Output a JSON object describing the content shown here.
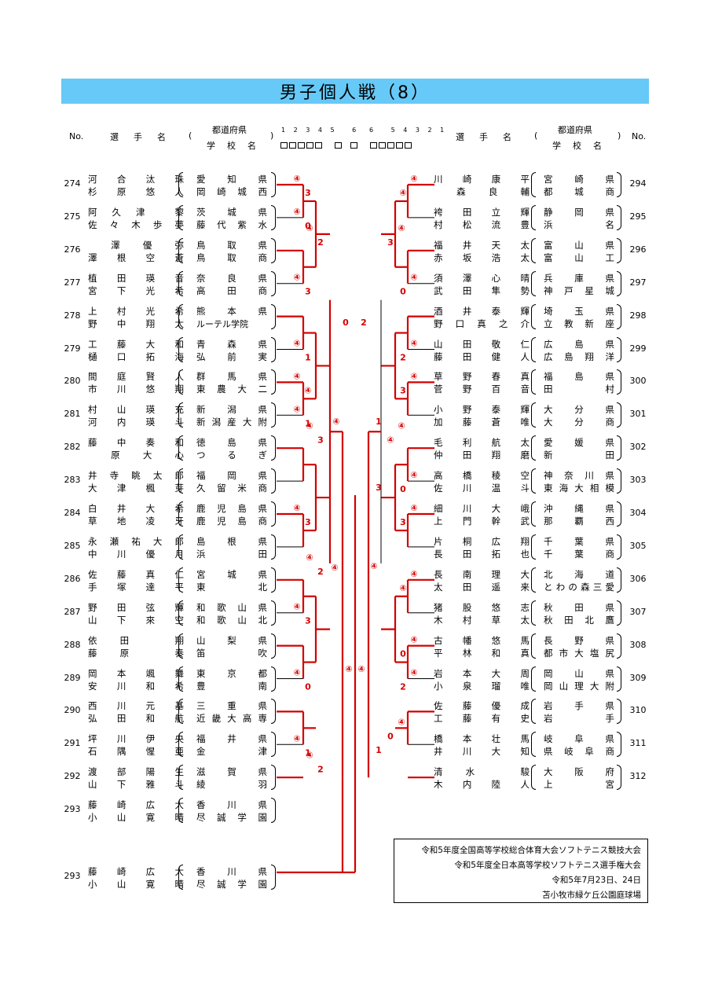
{
  "title": "男子個人戦（8）",
  "header": {
    "no_left": "No.",
    "player_label": "選　手　名",
    "paren_open": "(",
    "paren_close": ")",
    "pref_label": "都道府県",
    "school_label": "学　校　名",
    "no_right": "No.",
    "rounds_left": "1 2 3 4 5 　6",
    "rounds_right": "6 　5 4 3 2 1"
  },
  "left_entries": [
    {
      "no": "274",
      "p1": [
        "河",
        "合",
        "汰",
        "珠"
      ],
      "p2": [
        "杉",
        "原",
        "悠",
        "人"
      ],
      "pref": [
        "愛",
        "知",
        "県"
      ],
      "school": [
        "岡",
        "崎",
        "城",
        "西"
      ]
    },
    {
      "no": "275",
      "p1": [
        "阿",
        "久",
        "津",
        "",
        "黎"
      ],
      "p2": [
        "佐",
        "々",
        "木",
        "歩",
        "夢"
      ],
      "pref": [
        "茨",
        "城",
        "県"
      ],
      "school": [
        "藤",
        "代",
        "紫",
        "水"
      ]
    },
    {
      "no": "276",
      "p1": [
        "",
        "澤",
        "優",
        "弥"
      ],
      "p2": [
        "澤",
        "根",
        "空",
        "蒼"
      ],
      "pref": [
        "鳥",
        "取",
        "県"
      ],
      "school": [
        "鳥",
        "取",
        "商"
      ]
    },
    {
      "no": "277",
      "p1": [
        "植",
        "田",
        "瑛",
        "音"
      ],
      "p2": [
        "宮",
        "下",
        "光",
        "希"
      ],
      "pref": [
        "奈",
        "良",
        "県"
      ],
      "school": [
        "高",
        "田",
        "商"
      ]
    },
    {
      "no": "278",
      "p1": [
        "上",
        "村",
        "光",
        "希"
      ],
      "p2": [
        "野",
        "中",
        "翔",
        "太"
      ],
      "pref": [
        "熊",
        "本",
        "県"
      ],
      "school": [
        "ルーテル学院"
      ]
    },
    {
      "no": "279",
      "p1": [
        "工",
        "藤",
        "大",
        "和"
      ],
      "p2": [
        "樋",
        "口",
        "拓",
        "海"
      ],
      "pref": [
        "青",
        "森",
        "県"
      ],
      "school": [
        "弘",
        "前",
        "実"
      ]
    },
    {
      "no": "280",
      "p1": [
        "間",
        "庭",
        "賢",
        "人"
      ],
      "p2": [
        "市",
        "川",
        "悠",
        "翔"
      ],
      "pref": [
        "群",
        "馬",
        "県"
      ],
      "school": [
        "東",
        "農",
        "大",
        "二"
      ]
    },
    {
      "no": "281",
      "p1": [
        "村",
        "山",
        "瑛",
        "充"
      ],
      "p2": [
        "河",
        "内",
        "瑛",
        "斗"
      ],
      "pref": [
        "新",
        "潟",
        "県"
      ],
      "school": [
        "新",
        "潟",
        "産",
        "大",
        "附"
      ]
    },
    {
      "no": "282",
      "p1": [
        "藤",
        "中",
        "奏",
        "和"
      ],
      "p2": [
        "",
        "原",
        "大",
        "心"
      ],
      "pref": [
        "徳",
        "島",
        "県"
      ],
      "school": [
        "つ",
        "る",
        "ぎ"
      ]
    },
    {
      "no": "283",
      "p1": [
        "井",
        "寺",
        "眺",
        "太",
        "郎"
      ],
      "p2": [
        "大",
        "津",
        "楓",
        "芽"
      ],
      "pref": [
        "福",
        "岡",
        "県"
      ],
      "school": [
        "久",
        "留",
        "米",
        "商"
      ]
    },
    {
      "no": "284",
      "p1": [
        "白",
        "井",
        "大",
        "希"
      ],
      "p2": [
        "草",
        "地",
        "凌",
        "牙"
      ],
      "pref": [
        "鹿",
        "児",
        "島",
        "県"
      ],
      "school": [
        "鹿",
        "児",
        "島",
        "商"
      ]
    },
    {
      "no": "285",
      "p1": [
        "永",
        "瀬",
        "祐",
        "大",
        "郎"
      ],
      "p2": [
        "中",
        "川",
        "優",
        "月"
      ],
      "pref": [
        "島",
        "根",
        "県"
      ],
      "school": [
        "浜",
        "田"
      ]
    },
    {
      "no": "286",
      "p1": [
        "佐",
        "藤",
        "真",
        "仁"
      ],
      "p2": [
        "手",
        "塚",
        "達",
        "平"
      ],
      "pref": [
        "宮",
        "城",
        "県"
      ],
      "school": [
        "東",
        "北"
      ]
    },
    {
      "no": "287",
      "p1": [
        "野",
        "田",
        "弦",
        "輝"
      ],
      "p2": [
        "山",
        "下",
        "來",
        "空"
      ],
      "pref": [
        "和",
        "歌",
        "山",
        "県"
      ],
      "school": [
        "和",
        "歌",
        "山",
        "北"
      ]
    },
    {
      "no": "288",
      "p1": [
        "依",
        "田",
        "",
        "翔"
      ],
      "p2": [
        "藤",
        "原",
        "",
        "奏"
      ],
      "pref": [
        "山",
        "梨",
        "県"
      ],
      "school": [
        "笛",
        "吹"
      ]
    },
    {
      "no": "289",
      "p1": [
        "岡",
        "本",
        "颯",
        "舞"
      ],
      "p2": [
        "安",
        "川",
        "和",
        "希"
      ],
      "pref": [
        "東",
        "京",
        "都"
      ],
      "school": [
        "豊",
        "南"
      ]
    },
    {
      "no": "290",
      "p1": [
        "西",
        "川",
        "元",
        "基"
      ],
      "p2": [
        "弘",
        "田",
        "和",
        "航"
      ],
      "pref": [
        "三",
        "重",
        "県"
      ],
      "school": [
        "近",
        "畿",
        "大",
        "高",
        "専"
      ]
    },
    {
      "no": "291",
      "p1": [
        "坪",
        "川",
        "伊",
        "央"
      ],
      "p2": [
        "石",
        "隅",
        "惺",
        "亜"
      ],
      "pref": [
        "福",
        "井",
        "県"
      ],
      "school": [
        "金",
        "津"
      ]
    },
    {
      "no": "292",
      "p1": [
        "渡",
        "部",
        "陽",
        "生"
      ],
      "p2": [
        "山",
        "下",
        "雅",
        "斗"
      ],
      "pref": [
        "滋",
        "賀",
        "県"
      ],
      "school": [
        "綾",
        "羽"
      ]
    },
    {
      "no": "293",
      "p1": [
        "藤",
        "崎",
        "広",
        "大"
      ],
      "p2": [
        "小",
        "山",
        "寛",
        "晴"
      ],
      "pref": [
        "香",
        "川",
        "県"
      ],
      "school": [
        "尽",
        "誠",
        "学",
        "園"
      ]
    }
  ],
  "right_entries": [
    {
      "no": "294",
      "p1": [
        "川",
        "崎",
        "康",
        "平"
      ],
      "p2": [
        "",
        "森",
        "良",
        "輔"
      ],
      "pref": [
        "宮",
        "崎",
        "県"
      ],
      "school": [
        "都",
        "城",
        "商"
      ]
    },
    {
      "no": "295",
      "p1": [
        "袴",
        "田",
        "立",
        "輝"
      ],
      "p2": [
        "村",
        "松",
        "流",
        "豊"
      ],
      "pref": [
        "静",
        "岡",
        "県"
      ],
      "school": [
        "浜",
        "名"
      ]
    },
    {
      "no": "296",
      "p1": [
        "福",
        "井",
        "天",
        "太"
      ],
      "p2": [
        "赤",
        "坂",
        "浩",
        "太"
      ],
      "pref": [
        "富",
        "山",
        "県"
      ],
      "school": [
        "富",
        "山",
        "工"
      ]
    },
    {
      "no": "297",
      "p1": [
        "須",
        "澤",
        "心",
        "晴"
      ],
      "p2": [
        "武",
        "田",
        "隼",
        "勢"
      ],
      "pref": [
        "兵",
        "庫",
        "県"
      ],
      "school": [
        "神",
        "戸",
        "星",
        "城"
      ]
    },
    {
      "no": "298",
      "p1": [
        "酒",
        "井",
        "泰",
        "輝"
      ],
      "p2": [
        "野",
        "口",
        "真",
        "之",
        "介"
      ],
      "pref": [
        "埼",
        "玉",
        "県"
      ],
      "school": [
        "立",
        "教",
        "新",
        "座"
      ]
    },
    {
      "no": "299",
      "p1": [
        "山",
        "田",
        "敬",
        "仁"
      ],
      "p2": [
        "藤",
        "田",
        "健",
        "人"
      ],
      "pref": [
        "広",
        "島",
        "県"
      ],
      "school": [
        "広",
        "島",
        "翔",
        "洋"
      ]
    },
    {
      "no": "300",
      "p1": [
        "草",
        "野",
        "春",
        "真"
      ],
      "p2": [
        "菅",
        "野",
        "百",
        "音"
      ],
      "pref": [
        "福",
        "島",
        "県"
      ],
      "school": [
        "田",
        "村"
      ]
    },
    {
      "no": "301",
      "p1": [
        "小",
        "野",
        "泰",
        "輝"
      ],
      "p2": [
        "加",
        "藤",
        "蒼",
        "唯"
      ],
      "pref": [
        "大",
        "分",
        "県"
      ],
      "school": [
        "大",
        "分",
        "商"
      ]
    },
    {
      "no": "302",
      "p1": [
        "毛",
        "利",
        "航",
        "太"
      ],
      "p2": [
        "仲",
        "田",
        "翔",
        "磨"
      ],
      "pref": [
        "愛",
        "媛",
        "県"
      ],
      "school": [
        "新",
        "田"
      ]
    },
    {
      "no": "303",
      "p1": [
        "高",
        "橋",
        "稜",
        "空"
      ],
      "p2": [
        "佐",
        "川",
        "温",
        "斗"
      ],
      "pref": [
        "神",
        "奈",
        "川",
        "県"
      ],
      "school": [
        "東",
        "海",
        "大",
        "相",
        "模"
      ]
    },
    {
      "no": "304",
      "p1": [
        "細",
        "川",
        "大",
        "峨"
      ],
      "p2": [
        "上",
        "門",
        "幹",
        "武"
      ],
      "pref": [
        "沖",
        "縄",
        "県"
      ],
      "school": [
        "那",
        "覇",
        "西"
      ]
    },
    {
      "no": "305",
      "p1": [
        "片",
        "桐",
        "広",
        "翔"
      ],
      "p2": [
        "長",
        "田",
        "拓",
        "也"
      ],
      "pref": [
        "千",
        "葉",
        "県"
      ],
      "school": [
        "千",
        "葉",
        "商"
      ]
    },
    {
      "no": "306",
      "p1": [
        "長",
        "南",
        "理",
        "大"
      ],
      "p2": [
        "太",
        "田",
        "遥",
        "来"
      ],
      "pref": [
        "北",
        "海",
        "道"
      ],
      "school": [
        "と",
        "わ",
        "の",
        "森",
        "三",
        "愛"
      ]
    },
    {
      "no": "307",
      "p1": [
        "猪",
        "股",
        "悠",
        "志"
      ],
      "p2": [
        "木",
        "村",
        "草",
        "太"
      ],
      "pref": [
        "秋",
        "田",
        "県"
      ],
      "school": [
        "秋",
        "田",
        "北",
        "鷹"
      ]
    },
    {
      "no": "308",
      "p1": [
        "古",
        "幡",
        "悠",
        "馬"
      ],
      "p2": [
        "平",
        "林",
        "和",
        "真"
      ],
      "pref": [
        "長",
        "野",
        "県"
      ],
      "school": [
        "都",
        "市",
        "大",
        "塩",
        "尻"
      ]
    },
    {
      "no": "309",
      "p1": [
        "岩",
        "本",
        "大",
        "周"
      ],
      "p2": [
        "小",
        "泉",
        "瑠",
        "唯"
      ],
      "pref": [
        "岡",
        "山",
        "県"
      ],
      "school": [
        "岡",
        "山",
        "理",
        "大",
        "附"
      ]
    },
    {
      "no": "310",
      "p1": [
        "佐",
        "藤",
        "優",
        "成"
      ],
      "p2": [
        "工",
        "藤",
        "有",
        "史"
      ],
      "pref": [
        "岩",
        "手",
        "県"
      ],
      "school": [
        "岩",
        "手"
      ]
    },
    {
      "no": "311",
      "p1": [
        "橋",
        "本",
        "壮",
        "馬"
      ],
      "p2": [
        "井",
        "川",
        "大",
        "知"
      ],
      "pref": [
        "岐",
        "阜",
        "県"
      ],
      "school": [
        "県",
        "岐",
        "阜",
        "商"
      ]
    },
    {
      "no": "312",
      "p1": [
        "清",
        "水",
        "",
        "駿"
      ],
      "p2": [
        "木",
        "内",
        "陸",
        "人"
      ],
      "pref": [
        "大",
        "阪",
        "府"
      ],
      "school": [
        "上",
        "宮"
      ]
    }
  ],
  "champion": {
    "no": "293",
    "p1": [
      "藤",
      "崎",
      "広",
      "大"
    ],
    "p2": [
      "小",
      "山",
      "寛",
      "晴"
    ],
    "pref": [
      "香",
      "川",
      "県"
    ],
    "school": [
      "尽",
      "誠",
      "学",
      "園"
    ]
  },
  "scores": {
    "left": [
      {
        "k": "r1",
        "r": 0,
        "w": "④",
        "l": "3"
      },
      {
        "k": "r2",
        "r": [
          1,
          2
        ],
        "w": "④",
        "l": "2"
      },
      {
        "k": "r1",
        "r": 1,
        "w": "④",
        "l": "0"
      },
      {
        "k": "r1",
        "r": 3,
        "w": "④",
        "l": "3"
      },
      {
        "k": "r1",
        "r": 5,
        "w": "④",
        "l": "1"
      },
      {
        "k": "r1",
        "r": 6,
        "w": "④",
        "l": "④"
      },
      {
        "k": "r1",
        "r": 7,
        "w": "④",
        "l": "1"
      },
      {
        "k": "r2",
        "r": [
          7,
          8
        ],
        "w": "④",
        "l": "3"
      },
      {
        "k": "r1",
        "r": 10,
        "w": "④",
        "l": "3"
      },
      {
        "k": "r2",
        "r": [
          11,
          12
        ],
        "w": "④",
        "l": "2"
      },
      {
        "k": "r1",
        "r": 13,
        "w": "④",
        "l": "3"
      },
      {
        "k": "r1",
        "r": 15,
        "w": "④",
        "l": "0"
      },
      {
        "k": "r1",
        "r": 17,
        "w": "④",
        "l": "1"
      },
      {
        "k": "r2",
        "r": [
          17,
          18
        ],
        "w": "④",
        "l": "2"
      }
    ],
    "right": [
      {
        "k": "r1",
        "r": 0,
        "w": "④",
        "l": "④"
      },
      {
        "k": "r2",
        "r": [
          1,
          2
        ],
        "w": "④",
        "l": "3"
      },
      {
        "k": "r1",
        "r": 3,
        "w": "④",
        "l": "0"
      },
      {
        "k": "r1",
        "r": 5,
        "w": "④",
        "l": "2"
      },
      {
        "k": "r1",
        "r": 6,
        "w": "④",
        "l": "3"
      },
      {
        "k": "r2",
        "r": [
          7,
          8
        ],
        "w": "④",
        "l": "④"
      },
      {
        "k": "r1",
        "r": 9,
        "w": "④",
        "l": "0"
      },
      {
        "k": "r1",
        "r": 10,
        "w": "④",
        "l": "3"
      },
      {
        "k": "r1",
        "r": 12,
        "w": "④",
        "l": "④"
      },
      {
        "k": "r1",
        "r": 14,
        "w": "④",
        "l": "0"
      },
      {
        "k": "r1",
        "r": 15,
        "w": "④",
        "l": "2"
      },
      {
        "k": "r2",
        "r": [
          16,
          17
        ],
        "w": "④",
        "l": "0"
      }
    ],
    "mid": {
      "l4a": "0",
      "l4b": "2",
      "l5": "④",
      "r5": "④",
      "l6": "④",
      "r6": "④",
      "r4a": "1",
      "r4b": "1",
      "l3a": "④",
      "r3a": "3"
    }
  },
  "footer": {
    "line1": "令和5年度全国高等学校総合体育大会ソフトテニス競技大会",
    "line2": "令和5年度全日本高等学校ソフトテニス選手権大会",
    "line3": "令和5年7月23日、24日",
    "line4": "苫小牧市緑ケ丘公園庭球場"
  },
  "colors": {
    "title_bg": "#66c9f7",
    "bracket_win": "#d40000",
    "bracket_line": "#000000"
  }
}
